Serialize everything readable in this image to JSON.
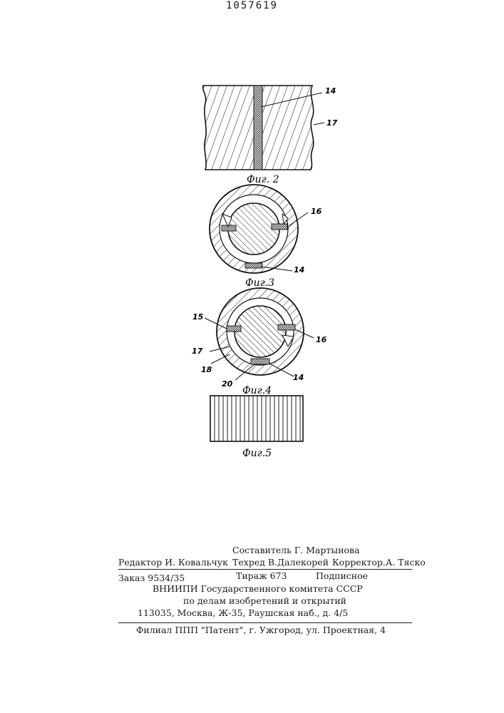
{
  "header": {
    "patent_number": "1057619"
  },
  "figures": {
    "fig2": {
      "caption": "Фиг. 2",
      "labels": {
        "14": "14",
        "17": "17"
      }
    },
    "fig3": {
      "caption": "Фиг.3",
      "labels": {
        "16": "16",
        "14": "14"
      }
    },
    "fig4": {
      "caption": "Фиг.4",
      "labels": {
        "15": "15",
        "16": "16",
        "17": "17",
        "18": "18",
        "20": "20",
        "14": "14"
      }
    },
    "fig5": {
      "caption": "Фиг.5"
    }
  },
  "imprint": {
    "compiler": "Составитель Г. Мартынова",
    "editor": "Редактор И. Ковальчук",
    "techred": "Техред В.Далекорей",
    "corrector": "Корректор.А. Тяско",
    "order": "Заказ 9534/35",
    "circulation": "Тираж 673",
    "subscription": "Подписное",
    "institute": "ВНИИПИ Государственного комитета СССР",
    "institute_dept": "по делам изобретений и открытий",
    "address": "113035, Москва, Ж-35, Раушская наб., д. 4/5",
    "branch": "Филиал ППП \"Патент\", г. Ужгород, ул. Проектная, 4"
  }
}
